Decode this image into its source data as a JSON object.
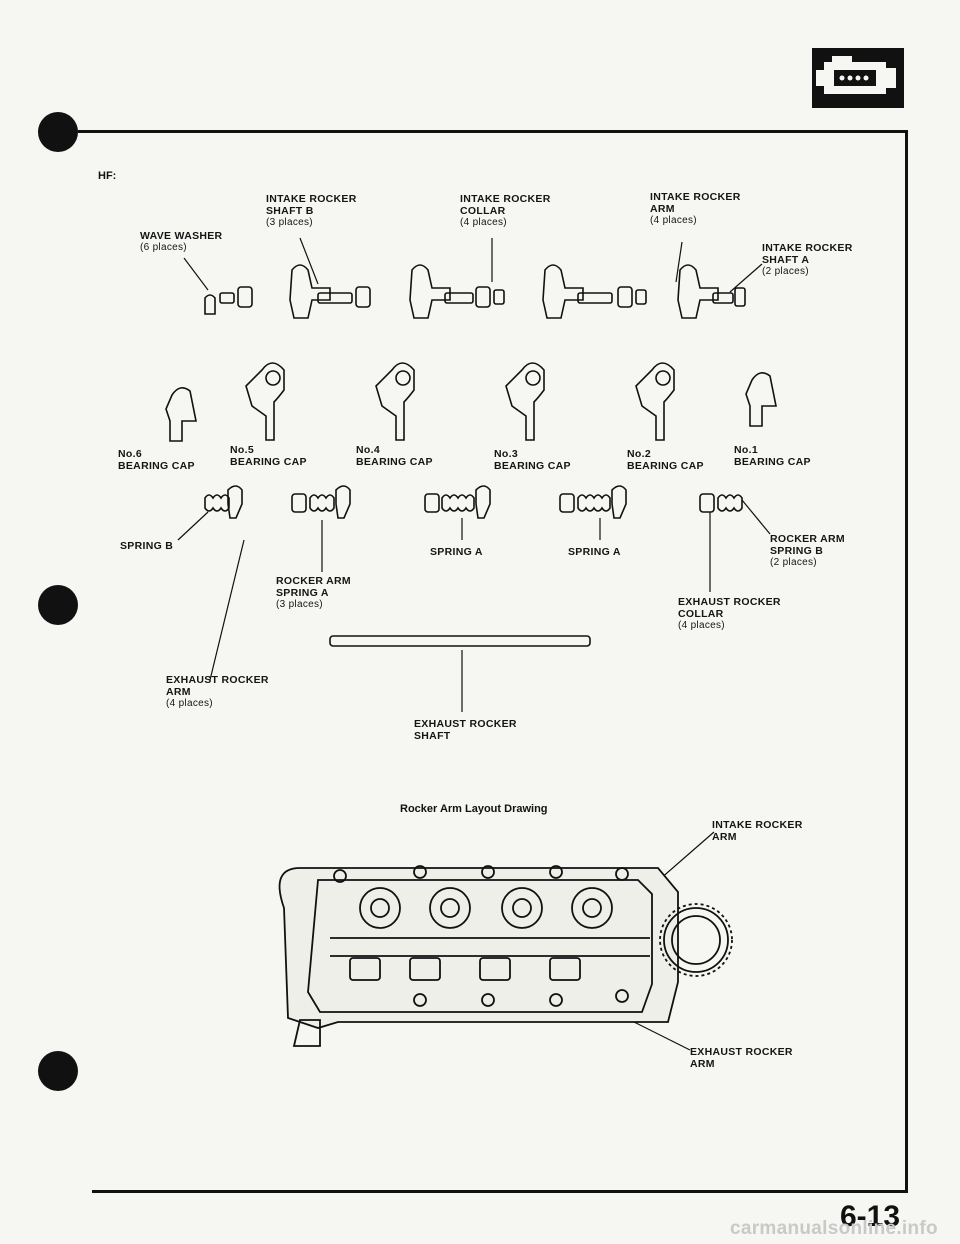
{
  "section_label": "HF:",
  "top_labels": {
    "intake_rocker_shaft_b": [
      "INTAKE ROCKER",
      "SHAFT B",
      "(3 places)"
    ],
    "intake_rocker_collar": [
      "INTAKE ROCKER",
      "COLLAR",
      "(4 places)"
    ],
    "intake_rocker_arm_top": [
      "INTAKE ROCKER",
      "ARM",
      "(4 places)"
    ],
    "wave_washer": [
      "WAVE WASHER",
      "(6 places)"
    ],
    "intake_rocker_shaft_a": [
      "INTAKE ROCKER",
      "SHAFT A",
      "(2 places)"
    ]
  },
  "bearing_caps": [
    [
      "No.6",
      "BEARING CAP"
    ],
    [
      "No.5",
      "BEARING CAP"
    ],
    [
      "No.4",
      "BEARING CAP"
    ],
    [
      "No.3",
      "BEARING CAP"
    ],
    [
      "No.2",
      "BEARING CAP"
    ],
    [
      "No.1",
      "BEARING CAP"
    ]
  ],
  "lower_labels": {
    "spring_b": "SPRING B",
    "spring_a_1": "SPRING A",
    "spring_a_2": "SPRING A",
    "rocker_arm_spring_b": [
      "ROCKER ARM",
      "SPRING B",
      "(2 places)"
    ],
    "rocker_arm_spring_a": [
      "ROCKER ARM",
      "SPRING A",
      "(3 places)"
    ],
    "exhaust_rocker_collar": [
      "EXHAUST ROCKER",
      "COLLAR",
      "(4 places)"
    ],
    "exhaust_rocker_arm": [
      "EXHAUST ROCKER",
      "ARM",
      "(4 places)"
    ],
    "exhaust_rocker_shaft": [
      "EXHAUST ROCKER",
      "SHAFT"
    ]
  },
  "caption": "Rocker Arm Layout Drawing",
  "bottom_labels": {
    "intake_rocker_arm": [
      "INTAKE ROCKER",
      "ARM"
    ],
    "exhaust_rocker_arm": [
      "EXHAUST ROCKER",
      "ARM"
    ]
  },
  "page_number": "6-13",
  "watermark": "carmanualsonline.info",
  "section_icon": "engine-icon"
}
